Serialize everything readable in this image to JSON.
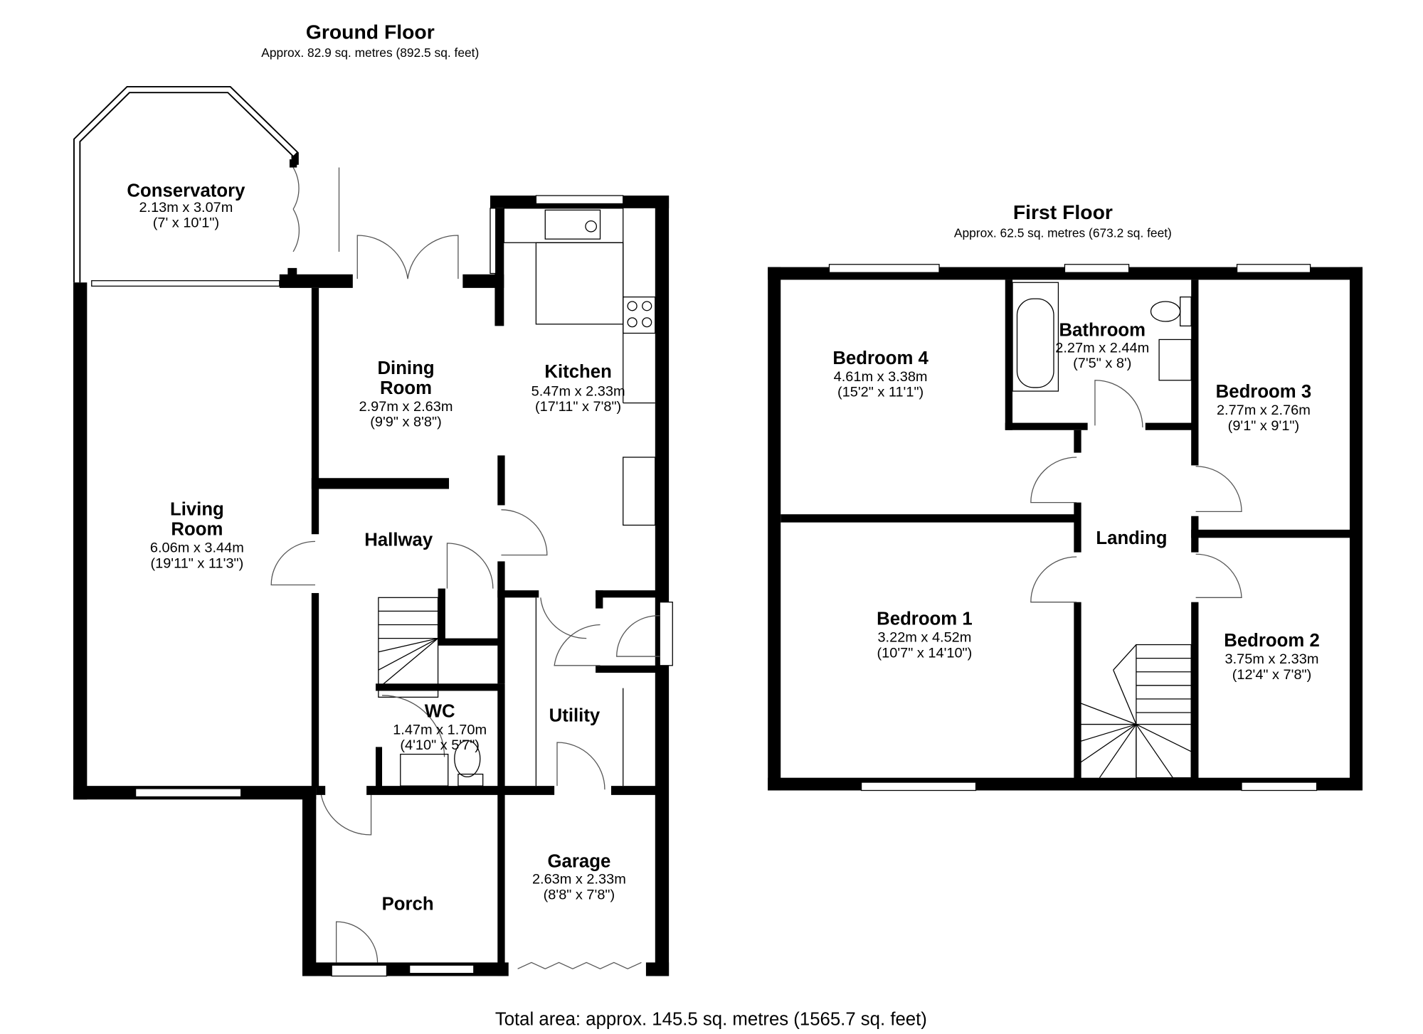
{
  "ground_floor": {
    "title": "Ground Floor",
    "area": "Approx. 82.9 sq. metres (892.5 sq. feet)",
    "rooms": {
      "conservatory": {
        "name": "Conservatory",
        "metric": "2.13m x 3.07m",
        "imperial": "(7' x 10'1\")"
      },
      "dining": {
        "name1": "Dining",
        "name2": "Room",
        "metric": "2.97m x 2.63m",
        "imperial": "(9'9\" x 8'8\")"
      },
      "kitchen": {
        "name": "Kitchen",
        "metric": "5.47m x 2.33m",
        "imperial": "(17'11\" x 7'8\")"
      },
      "living": {
        "name1": "Living",
        "name2": "Room",
        "metric": "6.06m x 3.44m",
        "imperial": "(19'11\" x 11'3\")"
      },
      "hallway": {
        "name": "Hallway"
      },
      "wc": {
        "name": "WC",
        "metric": "1.47m x 1.70m",
        "imperial": "(4'10\" x 5'7\")"
      },
      "utility": {
        "name": "Utility"
      },
      "garage": {
        "name": "Garage",
        "metric": "2.63m x 2.33m",
        "imperial": "(8'8\" x 7'8\")"
      },
      "porch": {
        "name": "Porch"
      }
    }
  },
  "first_floor": {
    "title": "First Floor",
    "area": "Approx. 62.5 sq. metres (673.2 sq. feet)",
    "rooms": {
      "bedroom4": {
        "name": "Bedroom 4",
        "metric": "4.61m x 3.38m",
        "imperial": "(15'2\" x 11'1\")"
      },
      "bathroom": {
        "name": "Bathroom",
        "metric": "2.27m x 2.44m",
        "imperial": "(7'5\" x 8')"
      },
      "bedroom3": {
        "name": "Bedroom 3",
        "metric": "2.77m x 2.76m",
        "imperial": "(9'1\" x 9'1\")"
      },
      "landing": {
        "name": "Landing"
      },
      "bedroom1": {
        "name": "Bedroom 1",
        "metric": "3.22m x 4.52m",
        "imperial": "(10'7\" x 14'10\")"
      },
      "bedroom2": {
        "name": "Bedroom 2",
        "metric": "3.75m x 2.33m",
        "imperial": "(12'4\" x 7'8\")"
      }
    }
  },
  "total_area": "Total area: approx. 145.5 sq. metres (1565.7 sq. feet)"
}
